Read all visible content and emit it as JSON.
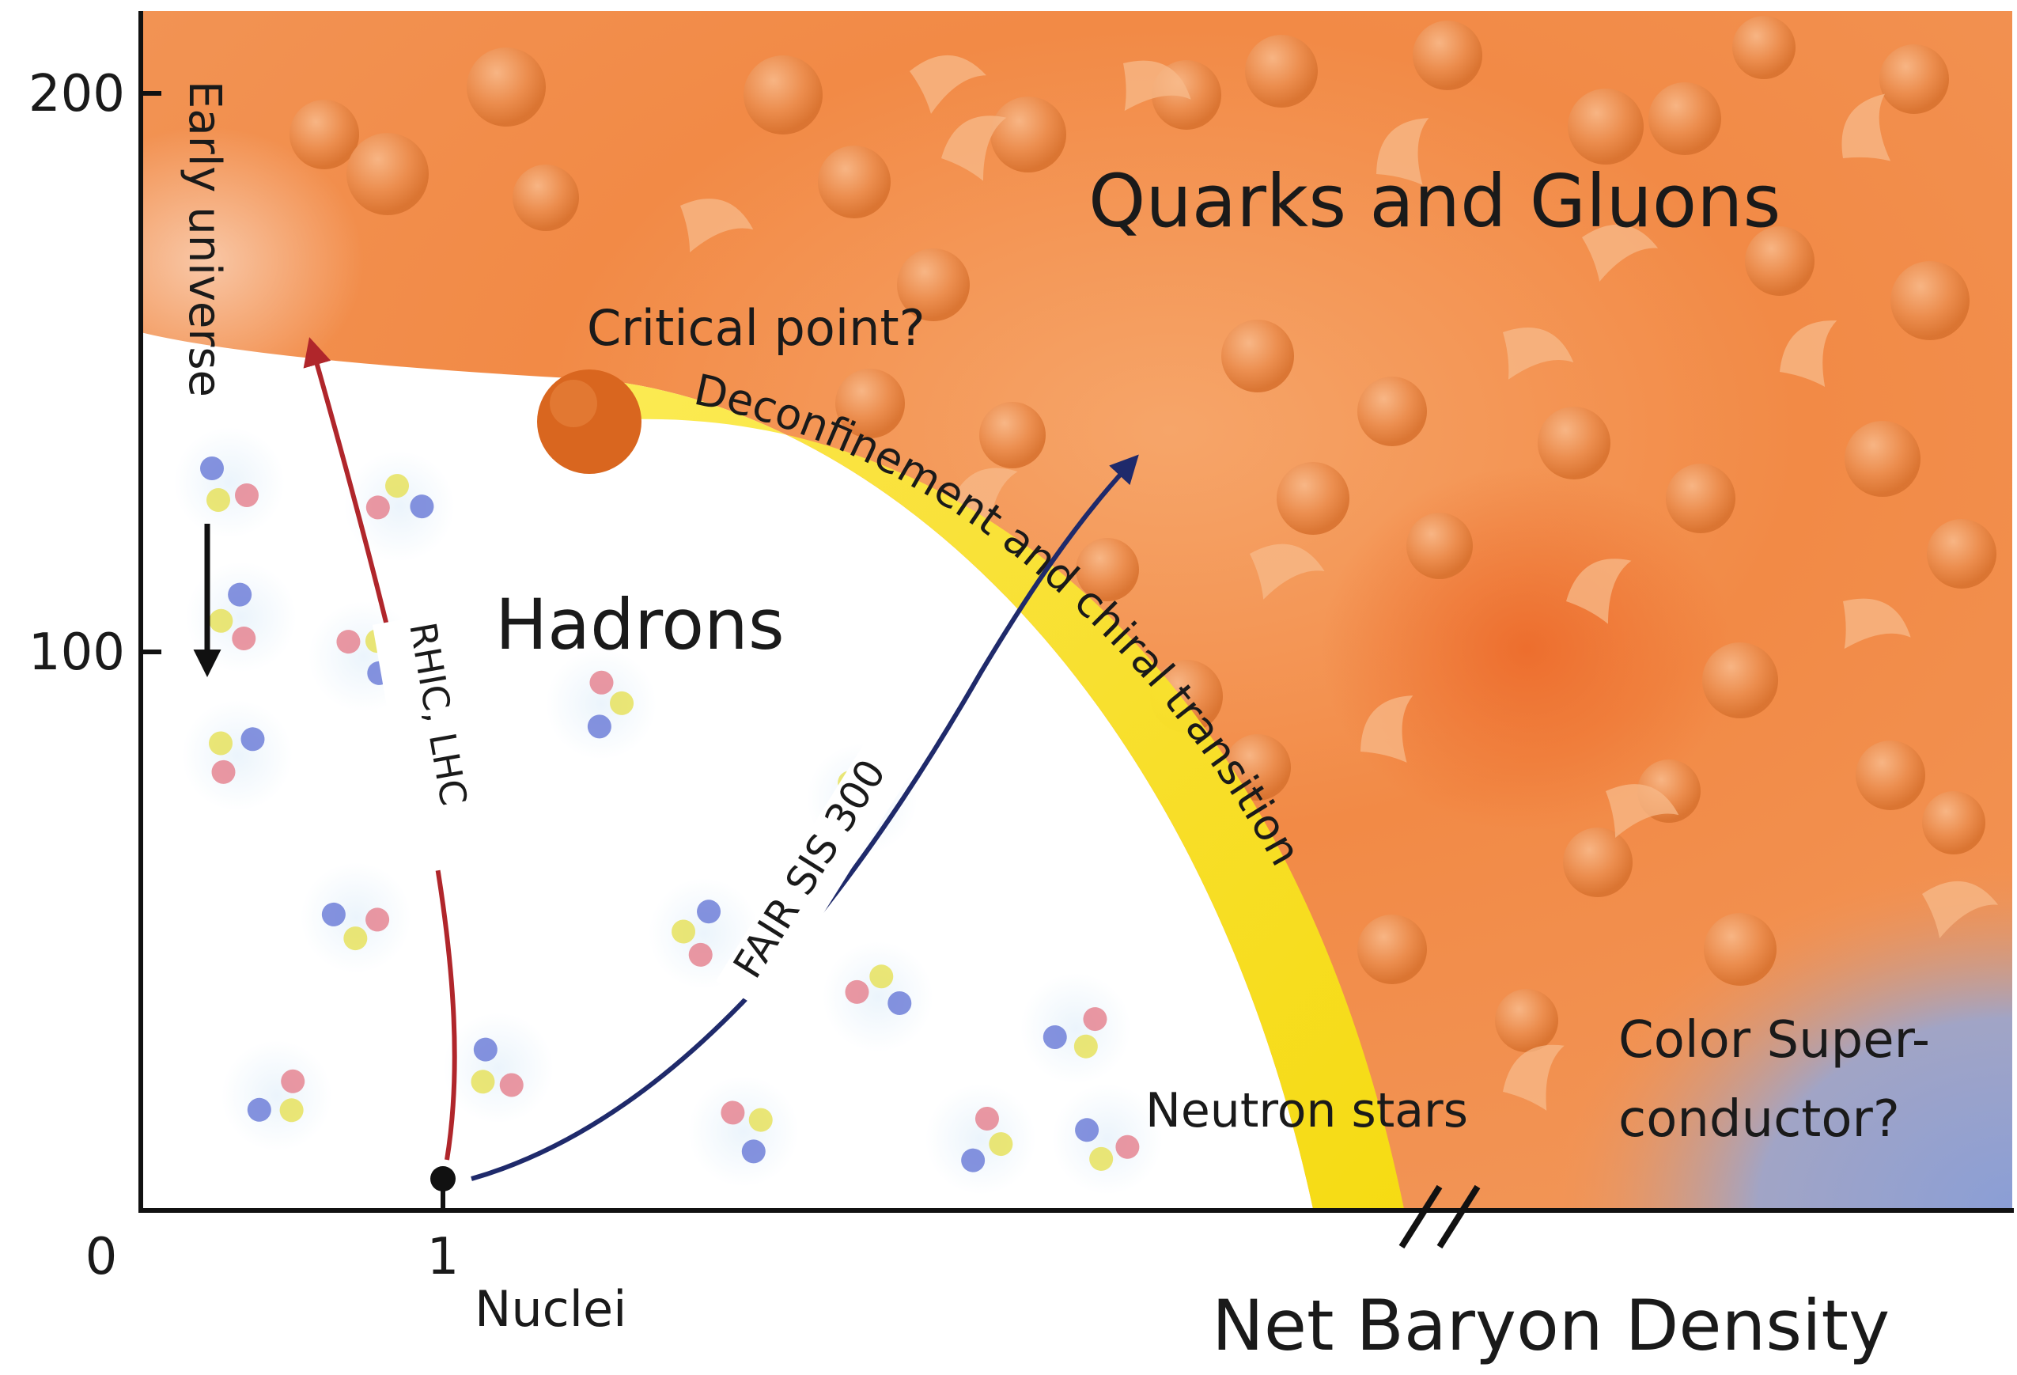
{
  "axes": {
    "y_ticks": [
      "200",
      "100",
      "0"
    ],
    "x_tick": "1",
    "x_tick_caption": "Nuclei",
    "x_label": "Net Baryon Density"
  },
  "regions": {
    "qgp": "Quarks and Gluons",
    "hadrons": "Hadrons",
    "critical_point": "Critical point?",
    "transition": "Deconfinement and chiral transition",
    "neutron_stars": "Neutron stars",
    "color_superconductor_line1": "Color Super-",
    "color_superconductor_line2": "conductor?"
  },
  "paths": {
    "early_universe": "Early universe",
    "rhic_lhc": "RHIC, LHC",
    "fair": "FAIR SIS 300"
  },
  "colors": {
    "qgp_orange": "#f07a35",
    "qgp_light": "#f6a96a",
    "transition_yellow": "#f7e61b",
    "critical_point": "#d9661f",
    "superconductor_blue": "#8e9fd4",
    "rhic_arrow": "#b0262b",
    "fair_arrow": "#1f2a6b",
    "early_arrow": "#111111"
  }
}
